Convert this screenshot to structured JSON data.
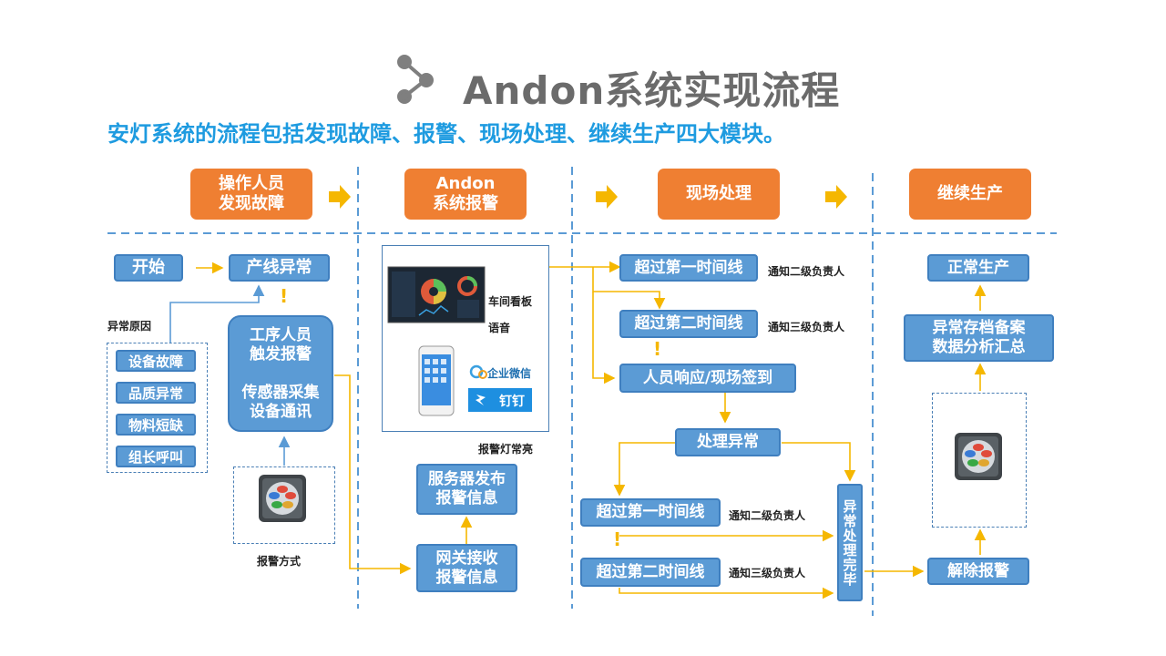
{
  "title": "Andon系统实现流程",
  "subtitle": "安灯系统的流程包括发现故障、报警、现场处理、继续生产四大模块。",
  "colors": {
    "orange": "#ef7f32",
    "blue_box": "#5b9bd5",
    "arrow": "#f5b700",
    "subtitle": "#1e9be0",
    "title": "#6b6b6b"
  },
  "phases": [
    "操作人员\n发现故障",
    "Andon\n系统报警",
    "现场处理",
    "继续生产"
  ],
  "col1": {
    "start": "开始",
    "line_abnormal": "产线异常",
    "cause_label": "异常原因",
    "causes": [
      "设备故障",
      "品质异常",
      "物料短缺",
      "组长呼叫"
    ],
    "trigger": "工序人员\n触发报警\n\n传感器采集\n设备通讯",
    "alarm_method": "报警方式"
  },
  "col2": {
    "board_label": "车间看板",
    "voice_label": "语音",
    "wechat": "企业微信",
    "dingtalk": "钉钉",
    "lamp_label": "报警灯常亮",
    "server": "服务器发布\n报警信息",
    "gateway": "网关接收\n报警信息"
  },
  "col3": {
    "over1": "超过第一时间线",
    "over2": "超过第二时间线",
    "notify2": "通知二级负责人",
    "notify3": "通知三级负责人",
    "respond": "人员响应/现场签到",
    "handle": "处理异常",
    "over1b": "超过第一时间线",
    "over2b": "超过第二时间线",
    "notify2b": "通知二级负责人",
    "notify3b": "通知三级负责人",
    "done": "异常处理完毕"
  },
  "col4": {
    "normal": "正常生产",
    "archive": "异常存档备案\n数据分析汇总",
    "release": "解除报警"
  }
}
